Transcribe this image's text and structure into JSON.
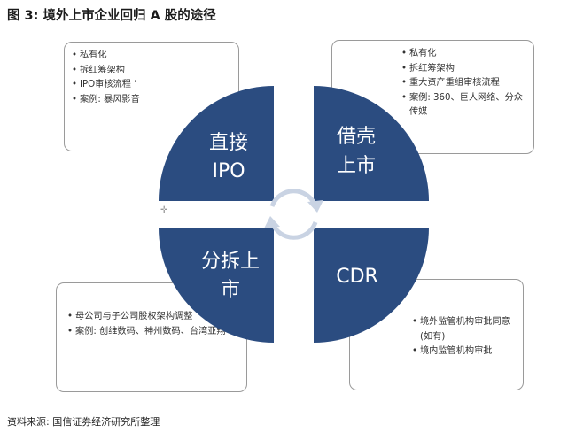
{
  "header": {
    "title": "图 3:  境外上市企业回归 A 股的途径"
  },
  "footer": {
    "source": "资料来源:  国信证券经济研究所整理"
  },
  "colors": {
    "quadrant": "#2b4c80",
    "quadrant_text": "#ffffff",
    "cycle_arrow": "#c9d3e3"
  },
  "quadrants": {
    "top_left": {
      "line1": "直接",
      "line2": "IPO"
    },
    "top_right": {
      "line1": "借壳",
      "line2": "上市"
    },
    "bottom_left": {
      "line1": "分拆上",
      "line2": "市"
    },
    "bottom_right": {
      "line1": "CDR"
    }
  },
  "boxes": {
    "top_left": {
      "items": [
        "私有化",
        "拆红筹架构",
        "IPO审核流程 ‘",
        "案例:  暴风影音"
      ]
    },
    "top_right": {
      "items": [
        "私有化",
        "拆红筹架构",
        "重大资产重组审核流程",
        "案例:  360、巨人网络、分众传媒"
      ]
    },
    "bottom_left": {
      "items": [
        "母公司与子公司股权架构调整",
        "案例:  创维数码、神州数码、台湾亚翔"
      ]
    },
    "bottom_right": {
      "items": [
        "境外监管机构审批同意(如有)",
        "境内监管机构审批"
      ]
    }
  }
}
